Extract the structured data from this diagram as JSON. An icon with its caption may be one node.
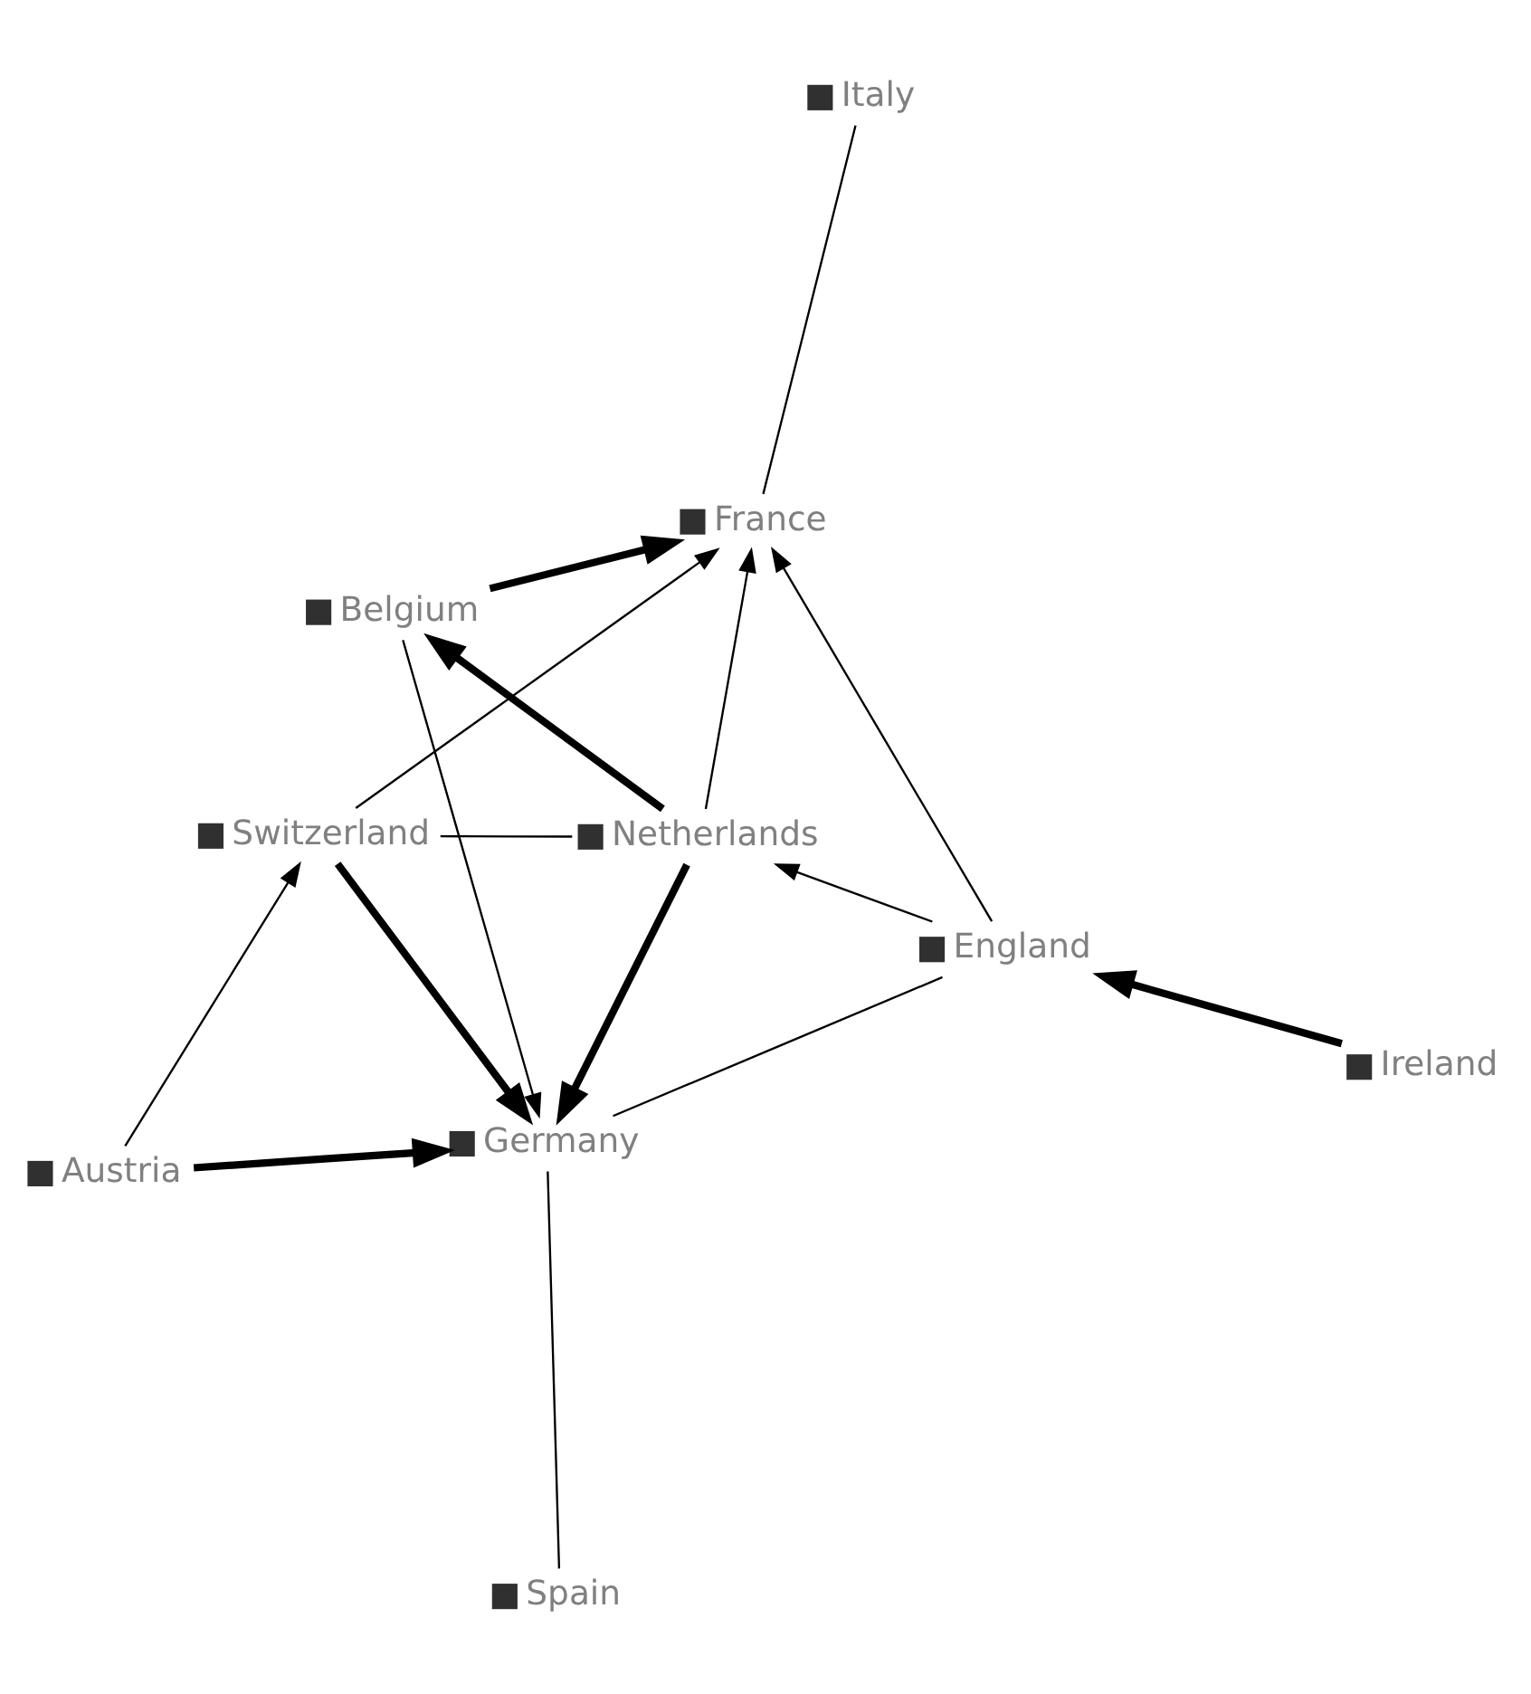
{
  "diagram": {
    "nodes": [
      {
        "text": [
          "Belgium"
        ]
      },
      {
        "text": [
          "France"
        ]
      },
      {
        "text": [
          "Switzerland"
        ]
      },
      {
        "text": [
          "Netherlands"
        ]
      },
      {
        "text": [
          "Italy"
        ]
      },
      {
        "text": [
          "Germany"
        ]
      },
      {
        "text": [
          "Austria"
        ]
      },
      {
        "text": [
          "England"
        ]
      },
      {
        "text": [
          "Ireland"
        ]
      },
      {
        "text": [
          "Spain"
        ]
      }
    ],
    "edges": [
      {
        "from": 0,
        "to": 1,
        "arrow": "to",
        "style": "thick"
      },
      {
        "from": 3,
        "to": 0,
        "arrow": "to",
        "style": "thick"
      },
      {
        "from": 3,
        "to": 1,
        "arrow": "to"
      },
      {
        "from": 2,
        "to": 1,
        "arrow": "to"
      },
      {
        "from": 2,
        "to": 3,
        "arrow": "none"
      },
      {
        "from": 2,
        "to": 5,
        "arrow": "to",
        "style": "thick"
      },
      {
        "from": 3,
        "to": 5,
        "arrow": "to",
        "style": "thick"
      },
      {
        "from": 0,
        "to": 5,
        "arrow": "to"
      },
      {
        "from": 6,
        "to": 2,
        "arrow": "to"
      },
      {
        "from": 6,
        "to": 5,
        "arrow": "to",
        "style": "thick"
      },
      {
        "from": 5,
        "to": 7,
        "arrow": "none"
      },
      {
        "from": 5,
        "to": 9,
        "arrow": "none"
      },
      {
        "from": 7,
        "to": 3,
        "arrow": "to"
      },
      {
        "from": 7,
        "to": 1,
        "arrow": "to"
      },
      {
        "from": 8,
        "to": 7,
        "arrow": "to",
        "style": "thick"
      },
      {
        "from": 1,
        "to": 4,
        "arrow": "none"
      }
    ]
  }
}
